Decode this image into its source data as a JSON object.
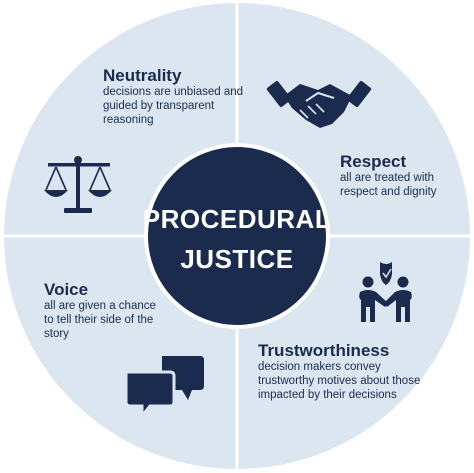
{
  "center": {
    "line1": "PROCEDURAL",
    "line2": "JUSTICE"
  },
  "quadrants": [
    {
      "title": "Neutrality",
      "desc": "decisions are unbiased and guided by transparent reasoning",
      "icon": "scales-icon"
    },
    {
      "title": "Respect",
      "desc": "all are treated with respect and dignity",
      "icon": "handshake-icon"
    },
    {
      "title": "Voice",
      "desc": "all are given a chance to tell their side of the story",
      "icon": "speech-bubbles-icon"
    },
    {
      "title": "Trustworthiness",
      "desc": "decision makers convey trustworthy motives about those impacted by their decisions",
      "icon": "people-shield-icon"
    }
  ],
  "colors": {
    "navy": "#1b2b4e",
    "light_blue": "#dbe6f1",
    "divider": "#ffffff"
  }
}
